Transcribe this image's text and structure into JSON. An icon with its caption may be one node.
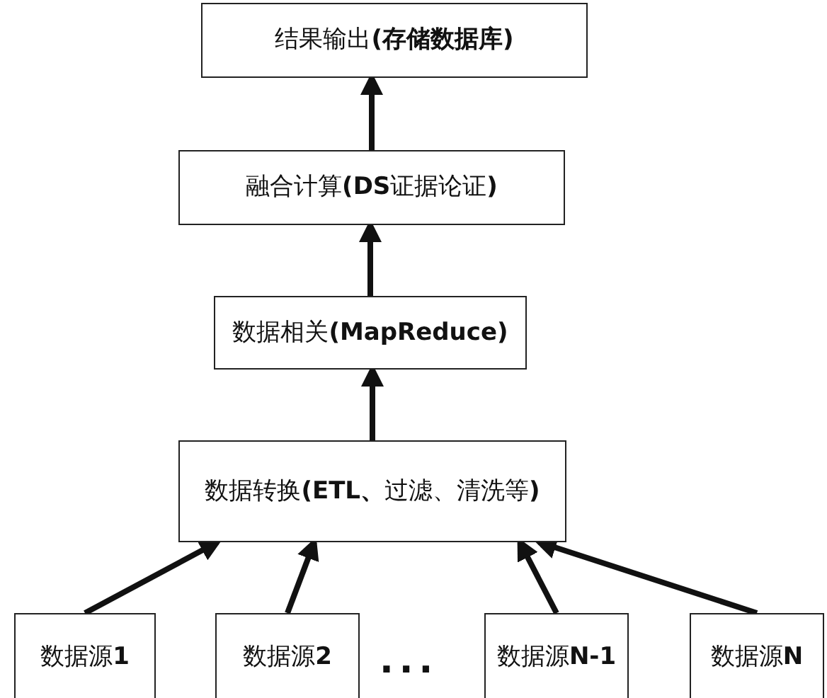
{
  "diagram": {
    "nodes": [
      {
        "text": [
          "结果输出**(存储数据库)**"
        ]
      },
      {
        "text": [
          "融合计算**(DS**证据论证**)**"
        ]
      },
      {
        "text": [
          "数据相关**(MapReduce)**"
        ]
      },
      {
        "text": [
          "数据转换**(ETL、**过滤、清洗等**)**"
        ]
      },
      {
        "text": [
          "数据源**1**"
        ]
      },
      {
        "text": [
          "数据源**2**"
        ]
      },
      {
        "text": [
          "数据源**N-1**"
        ]
      },
      {
        "text": [
          "数据源**N**"
        ]
      }
    ],
    "edges": [
      {
        "from": 1,
        "to": 0,
        "arrow": "to"
      },
      {
        "from": 2,
        "to": 1,
        "arrow": "to"
      },
      {
        "from": 3,
        "to": 2,
        "arrow": "to"
      },
      {
        "from": 4,
        "to": 3,
        "arrow": "to"
      },
      {
        "from": 5,
        "to": 3,
        "arrow": "to"
      },
      {
        "from": 6,
        "to": 3,
        "arrow": "to"
      },
      {
        "from": 7,
        "to": 3,
        "arrow": "to"
      }
    ],
    "labels": [
      "..."
    ]
  }
}
